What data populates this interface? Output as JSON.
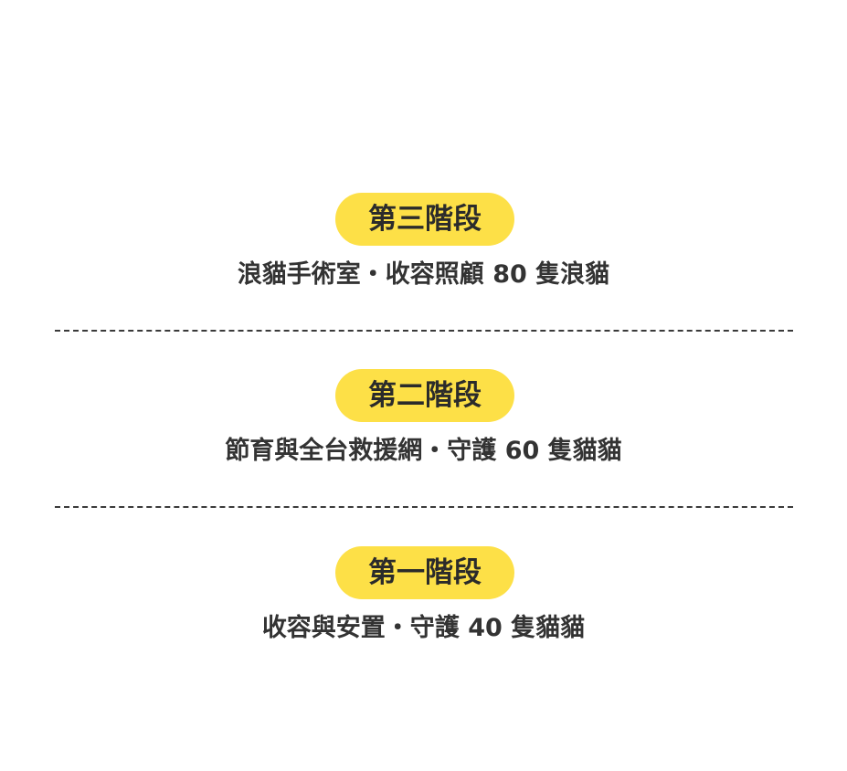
{
  "stages": [
    {
      "badge": "第三階段",
      "description": "浪貓手術室・收容照顧 80 隻浪貓"
    },
    {
      "badge": "第二階段",
      "description": "節育與全台救援網・守護 60 隻貓貓"
    },
    {
      "badge": "第一階段",
      "description": "收容與安置・守護 40 隻貓貓"
    }
  ],
  "colors": {
    "badge_background": "#fde047",
    "text": "#333333",
    "divider": "#3a3a3a"
  }
}
